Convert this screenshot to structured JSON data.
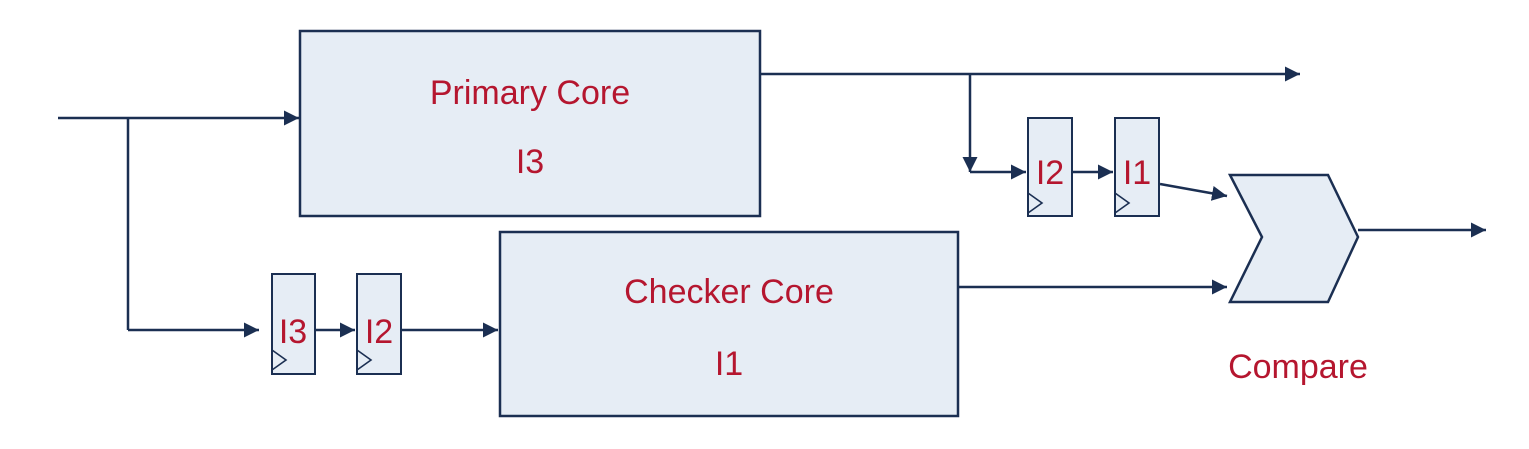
{
  "primary_core": {
    "name": "Primary Core",
    "instruction": "I3"
  },
  "checker_core": {
    "name": "Checker Core",
    "instruction": "I1"
  },
  "input_delay_registers": [
    "I3",
    "I2"
  ],
  "output_delay_registers": [
    "I2",
    "I1"
  ],
  "comparator": {
    "label": "Compare"
  },
  "colors": {
    "box_fill": "#e6edf5",
    "line": "#1b2f52",
    "text": "#b5162f"
  }
}
